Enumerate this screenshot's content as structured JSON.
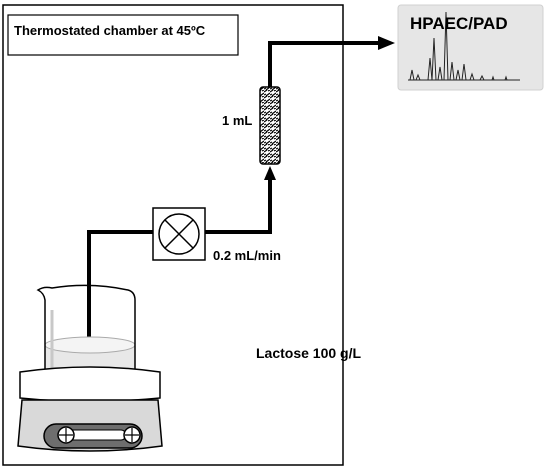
{
  "diagram": {
    "chamber_label": "Thermostated chamber at 45ºC",
    "detector_label": "HPAEC/PAD",
    "column_label": "1 mL",
    "pump_label": "0.2 mL/min",
    "substrate_label": "Lactose 100 g/L"
  },
  "colors": {
    "line": "#000000",
    "chamber_fill": "#ffffff",
    "detector_panel": "#e6e6e6",
    "liquid": "#e8e8e8",
    "stirrer_body": "#d9d9d9",
    "stirrer_display": "#6e6e6e"
  },
  "icons": [
    "peristaltic-pump-icon",
    "packed-column-icon",
    "magnetic-stirrer-icon",
    "beaker-icon",
    "chromatogram-icon",
    "arrow-icon"
  ]
}
